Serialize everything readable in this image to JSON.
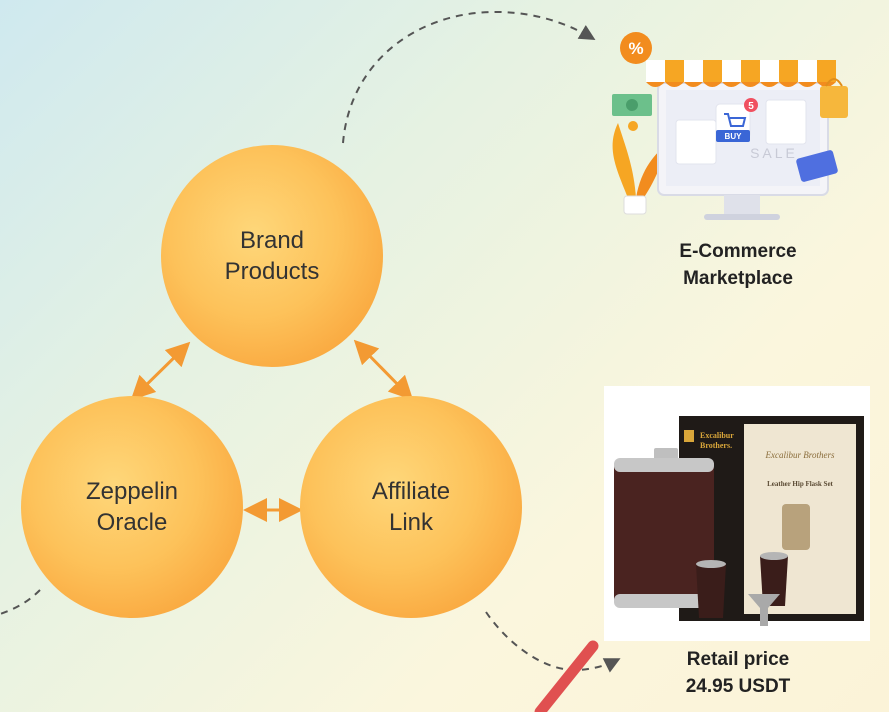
{
  "nodes": {
    "brand": {
      "line1": "Brand",
      "line2": "Products"
    },
    "oracle": {
      "line1": "Zeppelin",
      "line2": "Oracle"
    },
    "affiliate": {
      "line1": "Affiliate",
      "line2": "Link"
    }
  },
  "marketplace": {
    "line1": "E-Commerce",
    "line2": "Marketplace",
    "badge_percent": "%",
    "cart_count": "5",
    "buy_label": "BUY",
    "sale_label": "SALE"
  },
  "product": {
    "price_line1": "Retail price",
    "price_line2": "24.95 USDT",
    "box_brand_line1": "Excalibur",
    "box_brand_line2": "Brothers.",
    "box_script": "Excalibur Brothers",
    "box_title": "Leather Hip Flask Set"
  },
  "colors": {
    "node_fill": "#fdc25a",
    "connector_arrow": "#f39a33",
    "dashed_path": "#555555",
    "pointer_line": "#e05050"
  }
}
